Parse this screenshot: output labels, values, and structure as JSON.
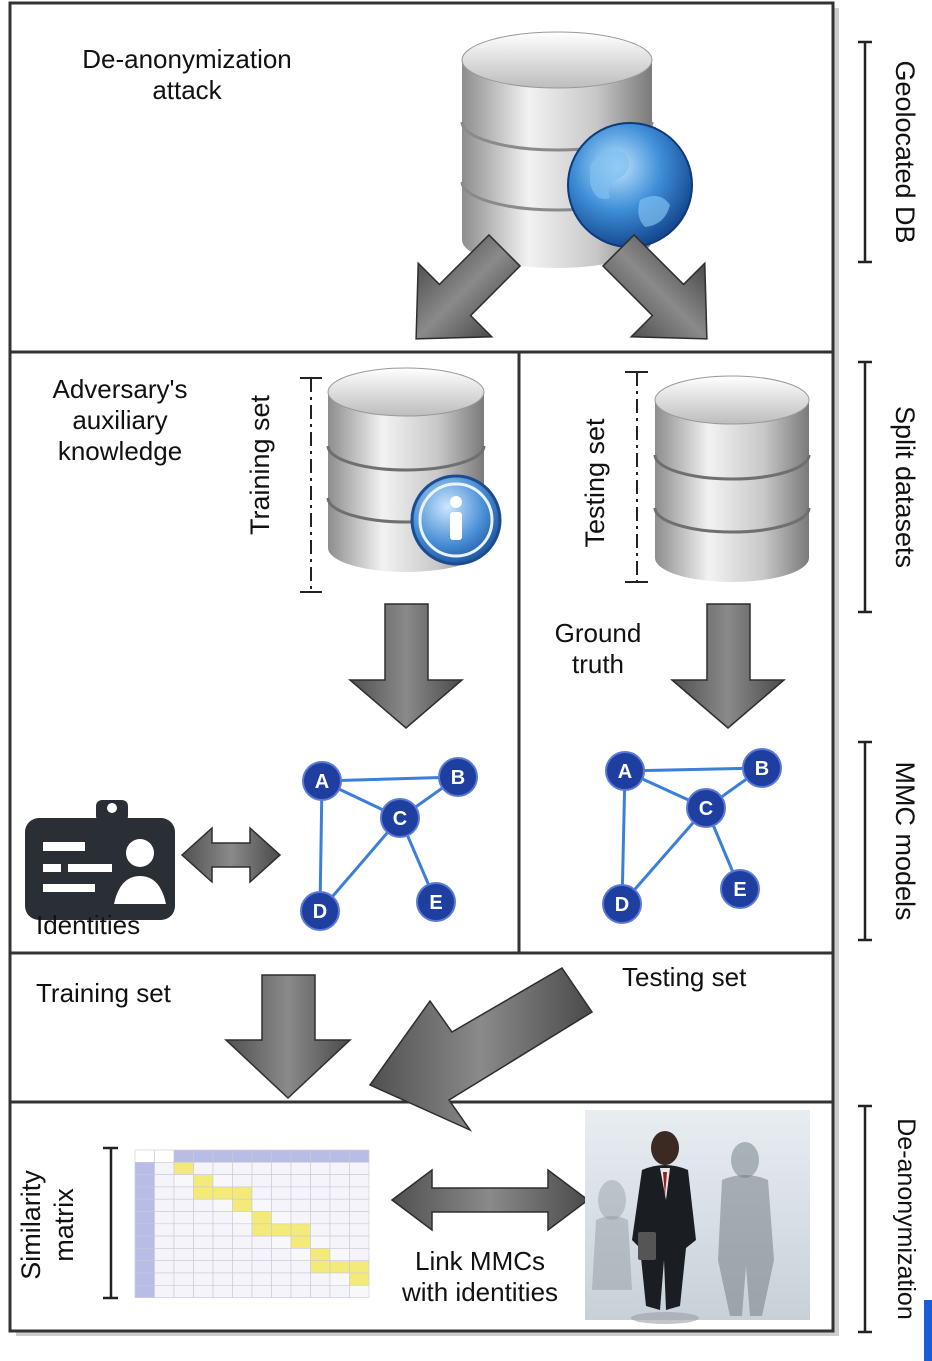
{
  "top_panel": {
    "title_line1": "De-anonymization",
    "title_line2": "attack"
  },
  "left_panel": {
    "aux_line1": "Adversary's",
    "aux_line2": "auxiliary",
    "aux_line3": "knowledge",
    "training_set_label": "Training set",
    "identities_label": "Identities",
    "graph_nodes": [
      "A",
      "B",
      "C",
      "D",
      "E"
    ]
  },
  "right_panel": {
    "testing_set_label": "Testing set",
    "ground_truth_line1": "Ground",
    "ground_truth_line2": "truth",
    "graph_nodes": [
      "A",
      "B",
      "C",
      "D",
      "E"
    ]
  },
  "merge_panel": {
    "training_set_label": "Training set",
    "testing_set_label": "Testing set"
  },
  "bottom_panel": {
    "similarity_line1": "Similarity",
    "similarity_line2": "matrix",
    "link_line1": "Link MMCs",
    "link_line2": "with identities"
  },
  "side_labels": [
    "Geolocated DB",
    "Split datasets",
    "MMC models",
    "De-anonymization"
  ],
  "colors": {
    "node_blue": "#1f3fa0",
    "edge_blue": "#3b7fd8",
    "arrow_gray": "#6e6e6e",
    "matrix_yellow": "#f3ea7a",
    "matrix_lavender": "#b9bde6"
  }
}
